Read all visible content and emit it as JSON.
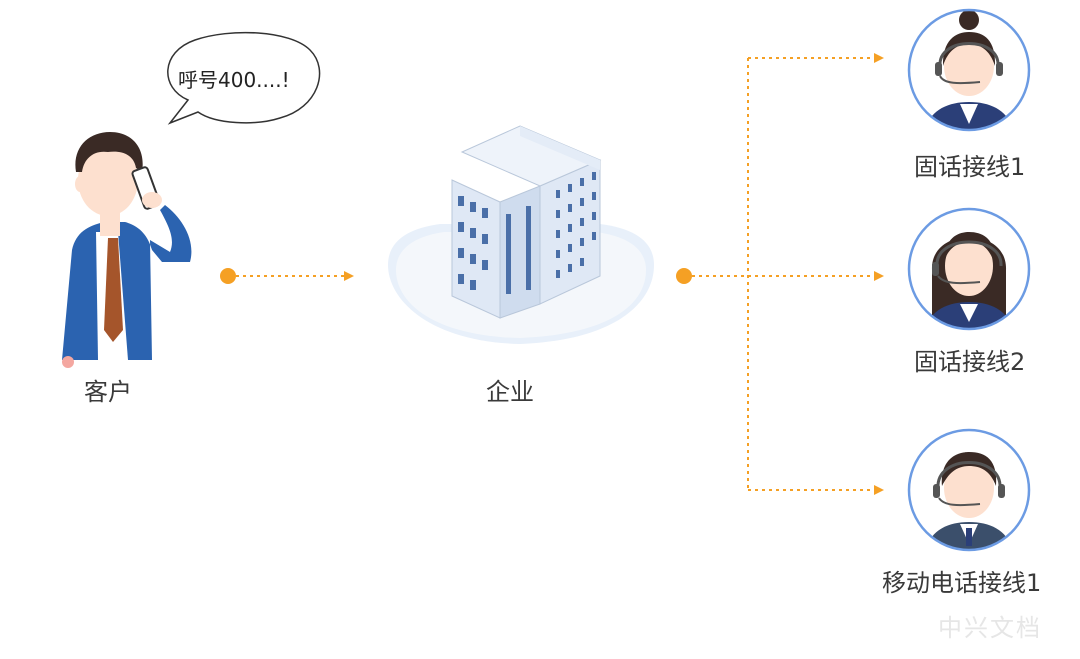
{
  "bubble": {
    "text": "呼号400....!"
  },
  "customer": {
    "label": "客户"
  },
  "enterprise": {
    "label": "企业"
  },
  "agents": [
    {
      "label": "固话接线1"
    },
    {
      "label": "固话接线2"
    },
    {
      "label": "移动电话接线1"
    }
  ],
  "watermark": "中兴文档",
  "colors": {
    "flow": "#f5a024",
    "ring": "#6c9be3",
    "suit": "#2b63b0",
    "tie": "#a5552b",
    "skin": "#fde0cf",
    "building": "#dfe8f5"
  }
}
